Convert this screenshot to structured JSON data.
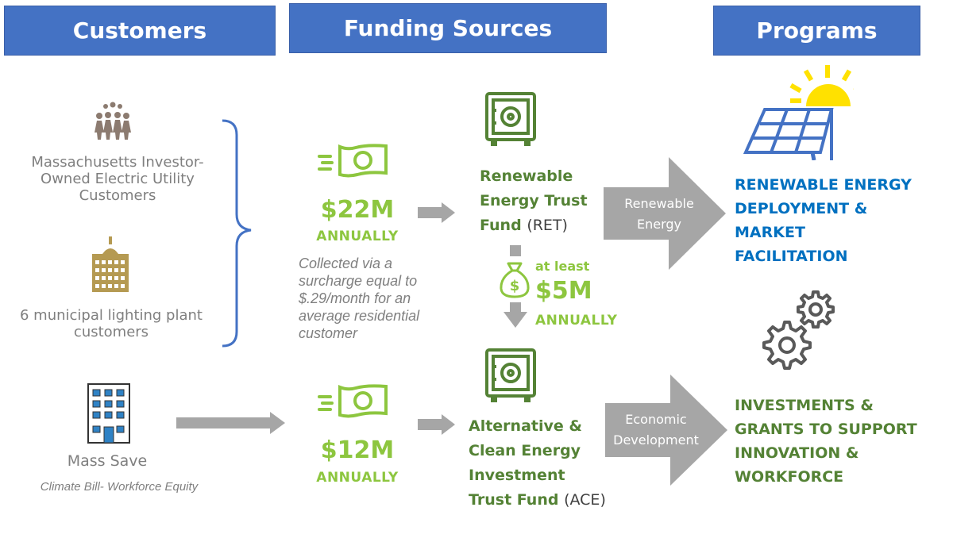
{
  "headers": {
    "customers": "Customers",
    "funding_sources": "Funding Sources",
    "programs": "Programs"
  },
  "customers": {
    "group1": "Massachusetts Investor-Owned Electric Utility Customers",
    "group2": "6 municipal lighting plant customers",
    "mass_save": "Mass Save",
    "climate_bill": "Climate Bill- Workforce Equity"
  },
  "funding": {
    "ret_amount": "$22M",
    "ret_period": "ANNUALLY",
    "note": "Collected via a surcharge equal to $.29/month for an average residential customer",
    "transfer_prefix": "at least",
    "transfer_amount": "$5M",
    "transfer_period": "ANNUALLY",
    "ace_amount": "$12M",
    "ace_period": "ANNUALLY"
  },
  "funds": {
    "ret_line1": "Renewable",
    "ret_line2": "Energy Trust",
    "ret_line3": "Fund",
    "ret_abbr": "(RET)",
    "ace_line1": "Alternative &",
    "ace_line2": "Clean Energy",
    "ace_line3": "Investment",
    "ace_line4": "Trust Fund",
    "ace_abbr": "(ACE)"
  },
  "arrows": {
    "renewable_line1": "Renewable",
    "renewable_line2": "Energy",
    "economic_line1": "Economic",
    "economic_line2": "Development"
  },
  "programs": {
    "renewable_lines": [
      "RENEWABLE ENERGY",
      "DEPLOYMENT &",
      "MARKET",
      "FACILITATION"
    ],
    "investment_lines": [
      "INVESTMENTS &",
      "GRANTS TO SUPPORT",
      "INNOVATION &",
      "WORKFORCE"
    ]
  },
  "colors": {
    "header_bg": "#4472c4",
    "green_light": "#8dc63f",
    "green_dark": "#548235",
    "blue_text": "#0070c0",
    "arrow_grey": "#a6a6a6"
  }
}
